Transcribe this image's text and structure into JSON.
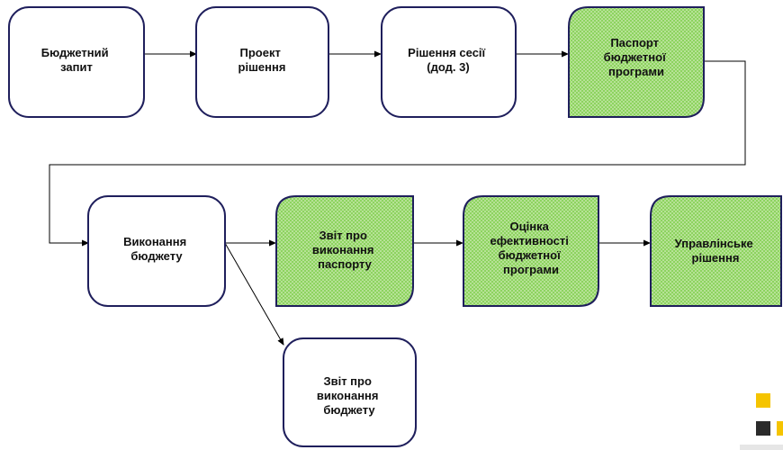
{
  "nodes": [
    {
      "id": "budget-request",
      "style": "white",
      "lines": [
        "Бюджетний",
        "запит"
      ]
    },
    {
      "id": "draft-decision",
      "style": "white",
      "lines": [
        "Проект",
        "рішення"
      ]
    },
    {
      "id": "session-decision",
      "style": "white",
      "lines": [
        "Рішення сесії",
        "(дод. 3)"
      ]
    },
    {
      "id": "program-passport",
      "style": "green",
      "lines": [
        "Паспорт",
        "бюджетної",
        "програми"
      ]
    },
    {
      "id": "budget-execution",
      "style": "white",
      "lines": [
        "Виконання",
        "бюджету"
      ]
    },
    {
      "id": "passport-report",
      "style": "green",
      "lines": [
        "Звіт про",
        "виконання",
        "паспорту"
      ]
    },
    {
      "id": "efficiency-evaluation",
      "style": "green",
      "lines": [
        "Оцінка",
        "ефективності",
        "бюджетної",
        "програми"
      ]
    },
    {
      "id": "management-decision",
      "style": "green",
      "lines": [
        "Управлінське",
        "рішення"
      ]
    },
    {
      "id": "budget-report",
      "style": "white",
      "lines": [
        "Звіт про",
        "виконання",
        "бюджету"
      ]
    }
  ],
  "colors": {
    "green_fill": "#8dd35f",
    "dot_color": "#e8f5d8",
    "border": "#1f1f5c",
    "logo_yellow": "#f5c400",
    "logo_dark": "#2b2b2b"
  }
}
